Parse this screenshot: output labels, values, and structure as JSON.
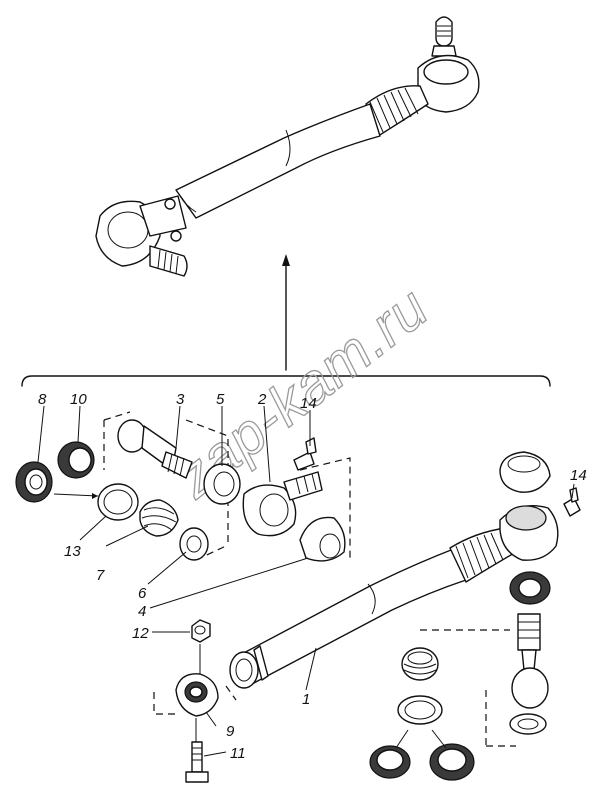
{
  "watermark": "zap-kam.ru",
  "callouts": [
    {
      "id": "c1",
      "label": "1"
    },
    {
      "id": "c2",
      "label": "2"
    },
    {
      "id": "c3",
      "label": "3"
    },
    {
      "id": "c4",
      "label": "4"
    },
    {
      "id": "c5",
      "label": "5"
    },
    {
      "id": "c6",
      "label": "6"
    },
    {
      "id": "c7",
      "label": "7"
    },
    {
      "id": "c8",
      "label": "8"
    },
    {
      "id": "c9",
      "label": "9"
    },
    {
      "id": "c10",
      "label": "10"
    },
    {
      "id": "c11",
      "label": "11"
    },
    {
      "id": "c12",
      "label": "12"
    },
    {
      "id": "c13",
      "label": "13"
    },
    {
      "id": "c14a",
      "label": "14"
    },
    {
      "id": "c14b",
      "label": "14"
    }
  ]
}
